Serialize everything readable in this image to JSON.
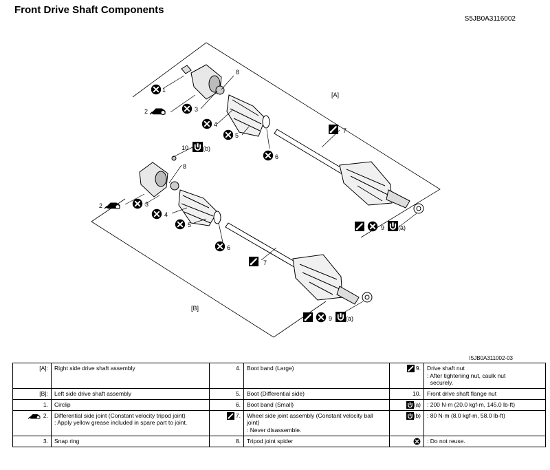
{
  "header": {
    "title": "Front Drive Shaft Components",
    "code": "S5JB0A3116002"
  },
  "diagram": {
    "assembly_a": "[A]",
    "assembly_b": "[B]",
    "callouts": {
      "n1": "1",
      "n2": "2",
      "n3": "3",
      "n4": "4",
      "n5": "5",
      "n6": "6",
      "n7": "7",
      "n8": "8",
      "n9": "9",
      "n10": "10",
      "tq_a": "(a)",
      "tq_b": "(b)"
    },
    "figure_code": "I5JB0A311002-03"
  },
  "legend": {
    "rows": [
      {
        "c1n": "[A]:",
        "c1t": "Right side drive shaft assembly",
        "c2n": "4.",
        "c2t": "Boot band (Large)",
        "c3n": "9.",
        "c3t": "Drive shaft nut",
        "c3s1": ": After tightening nut, caulk nut",
        "c3s2": "securely."
      },
      {
        "c1n": "[B]:",
        "c1t": "Left side drive shaft assembly",
        "c2n": "5.",
        "c2t": "Boot (Differential side)",
        "c3n": "10.",
        "c3t": "Front drive shaft flange nut"
      },
      {
        "c1n": "1.",
        "c1t": "Circlip",
        "c2n": "6.",
        "c2t": "Boot band (Small)",
        "c3n": "(a)",
        "c3t": ": 200 N·m (20.0 kgf-m, 145.0 lb-ft)"
      },
      {
        "c1n": "2.",
        "c1t": "Differential side joint (Constant velocity tripod joint)",
        "c1s": ": Apply yellow grease included in spare part to joint.",
        "c2n": "7.",
        "c2t": "Wheel side joint assembly (Constant velocity ball joint)",
        "c2s": ": Never disassemble.",
        "c3n": "(b)",
        "c3t": ": 80 N·m (8.0 kgf-m, 58.0 lb-ft)"
      },
      {
        "c1n": "3.",
        "c1t": "Snap ring",
        "c2n": "8.",
        "c2t": "Tripod joint spider",
        "c3t": ": Do not reuse."
      }
    ]
  }
}
